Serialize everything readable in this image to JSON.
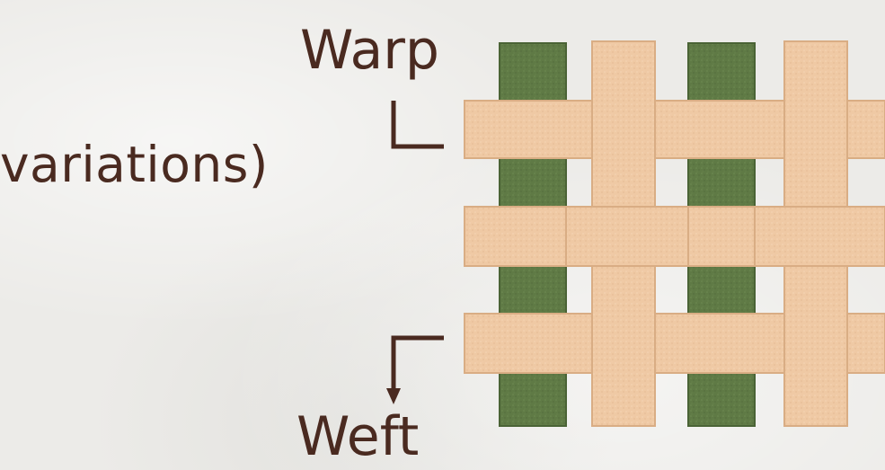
{
  "labels": {
    "partial_caption": "variations)",
    "warp": "Warp",
    "weft": "Weft"
  },
  "colors": {
    "background": "#ecebe8",
    "text": "#4a2a20",
    "warp_green": "#5f7a45",
    "warp_green_dark": "#4a6335",
    "tan_strip": "#efc9a4",
    "tan_strip_dark": "#d9ad84",
    "arrow": "#4a2a20"
  },
  "weave": {
    "pattern": "plain weave",
    "warp_threads": [
      "green",
      "tan",
      "green",
      "tan"
    ],
    "weft_threads": [
      "tan",
      "tan",
      "tan"
    ]
  }
}
